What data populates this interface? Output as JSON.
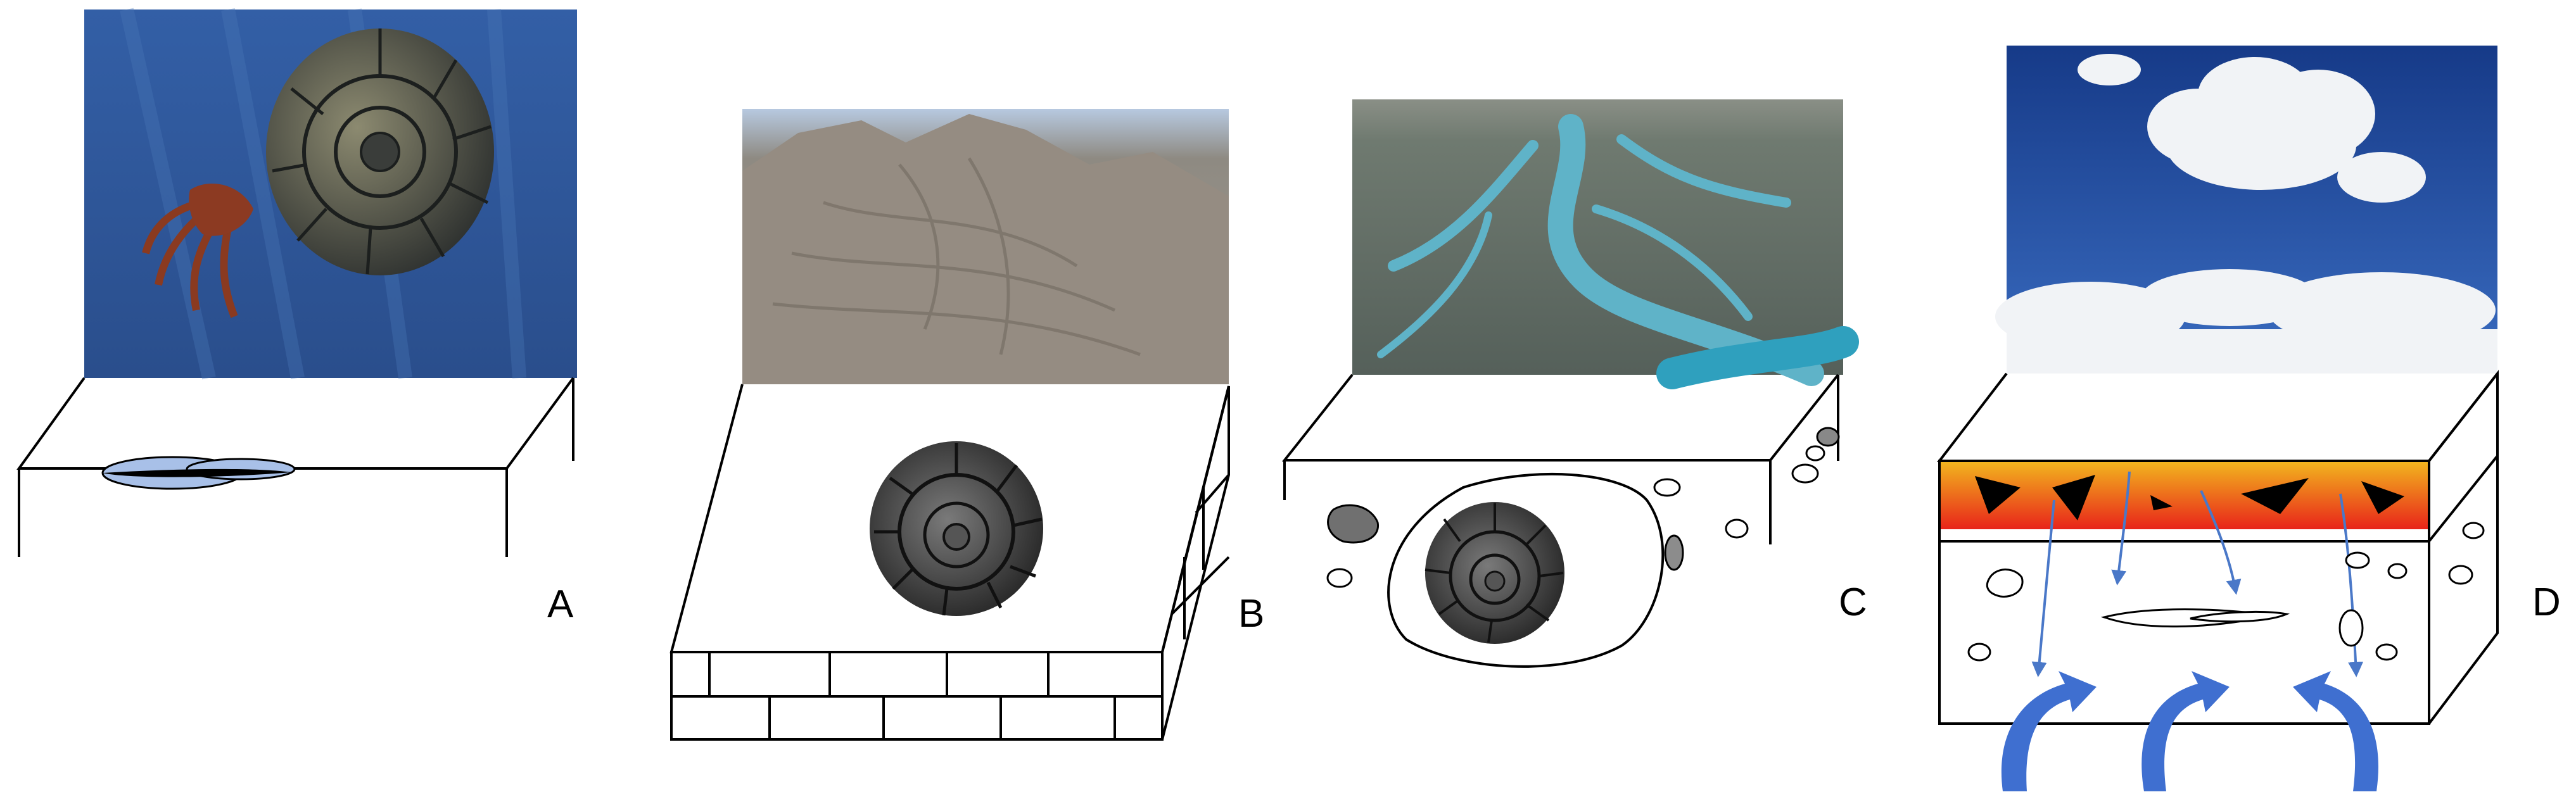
{
  "figure": {
    "panels": [
      {
        "id": "A",
        "label": "A",
        "scene": "ammonite-swimming-in-sea",
        "block": "sediment-slab-with-fossil-lens"
      },
      {
        "id": "B",
        "label": "B",
        "scene": "mountain-with-tilted-rock-strata",
        "block": "layered-limestone-block-with-ammonite"
      },
      {
        "id": "C",
        "label": "C",
        "scene": "braided-river-channels",
        "block": "conglomerate-block-with-reworked-ammonite-clast"
      },
      {
        "id": "D",
        "label": "D",
        "scene": "blue-sky-with-cumulus-clouds",
        "block": "weathered-block-with-soil-horizon-and-dissolved-shell"
      }
    ]
  },
  "colors": {
    "ocean": "#2d5a9c",
    "rock": "#9a9088",
    "river": "#5fb3c8",
    "sky": "#1f4aa0",
    "soil_top": "#f0b020",
    "soil_bottom": "#e8281c",
    "arrow_thin": "#4a78c8",
    "arrow_thick": "#3f6fd0",
    "fossil_lens": "#a8c0e8",
    "line": "#000000"
  },
  "icons": [
    "ammonite-icon",
    "water-arrow-icon",
    "upwelling-arrow-icon"
  ]
}
